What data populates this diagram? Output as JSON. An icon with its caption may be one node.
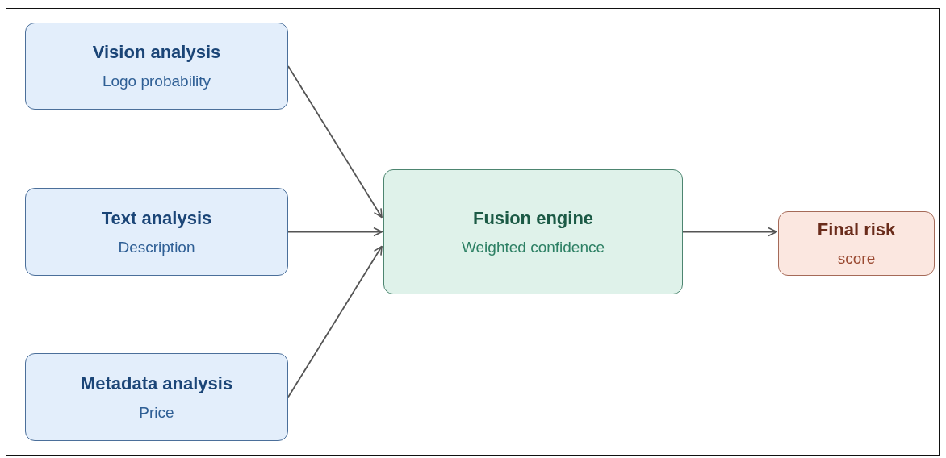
{
  "diagram": {
    "nodes": [
      {
        "text": [
          "Vision analysis",
          "Logo probability"
        ]
      },
      {
        "text": [
          "Text analysis",
          "Description"
        ]
      },
      {
        "text": [
          "Metadata analysis",
          "Price"
        ]
      },
      {
        "text": [
          "Fusion engine",
          "Weighted confidence"
        ]
      },
      {
        "text": [
          "Final risk",
          "score"
        ]
      }
    ],
    "edges": [
      {
        "from": 0,
        "to": 3,
        "arrow": "to"
      },
      {
        "from": 1,
        "to": 3,
        "arrow": "to"
      },
      {
        "from": 2,
        "to": 3,
        "arrow": "to"
      },
      {
        "from": 3,
        "to": 4,
        "arrow": "to"
      }
    ]
  }
}
